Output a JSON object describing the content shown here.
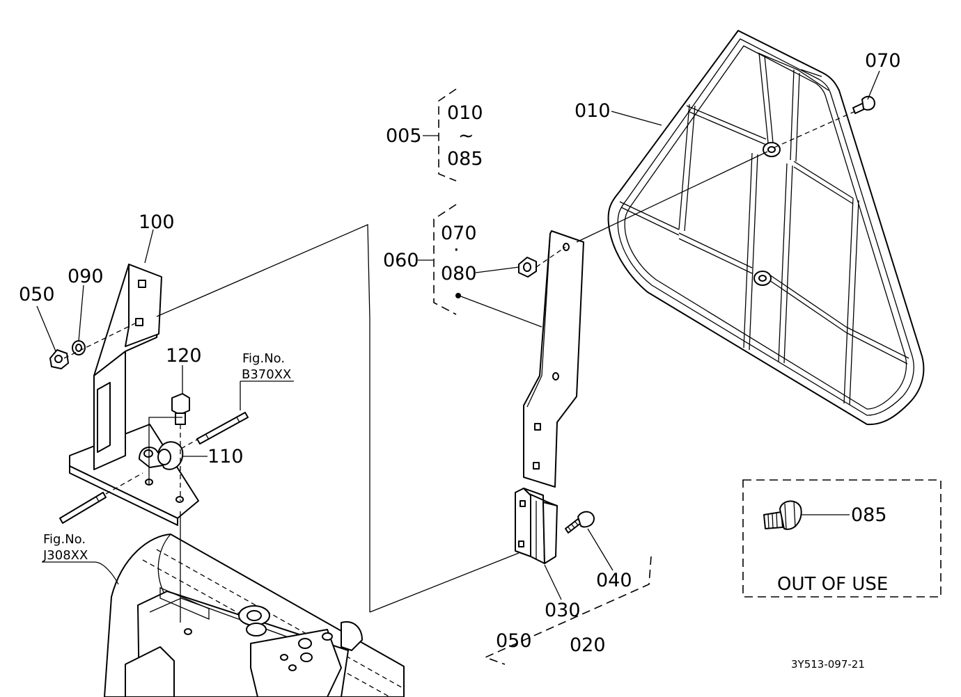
{
  "labels": {
    "p005": "005",
    "p010_range_start": "010",
    "p010_range_tilde": "~",
    "p010_range_end": "085",
    "p010": "010",
    "p070_top": "070",
    "p060": "060",
    "p060_sub_070": "070",
    "p060_sub_dot": "·",
    "p060_sub_080": "080",
    "p100": "100",
    "p090": "090",
    "p050_left": "050",
    "p120": "120",
    "p110": "110",
    "p040": "040",
    "p030": "030",
    "p050_bottom": "050",
    "p020": "020",
    "p085": "085"
  },
  "figure_refs": {
    "ref1_prefix": "Fig.No.",
    "ref1_code": "B370XX",
    "ref2_prefix": "Fig.No.",
    "ref2_code": "J308XX"
  },
  "inset": {
    "note": "OUT OF USE"
  },
  "drawing_code": "3Y513-097-21"
}
